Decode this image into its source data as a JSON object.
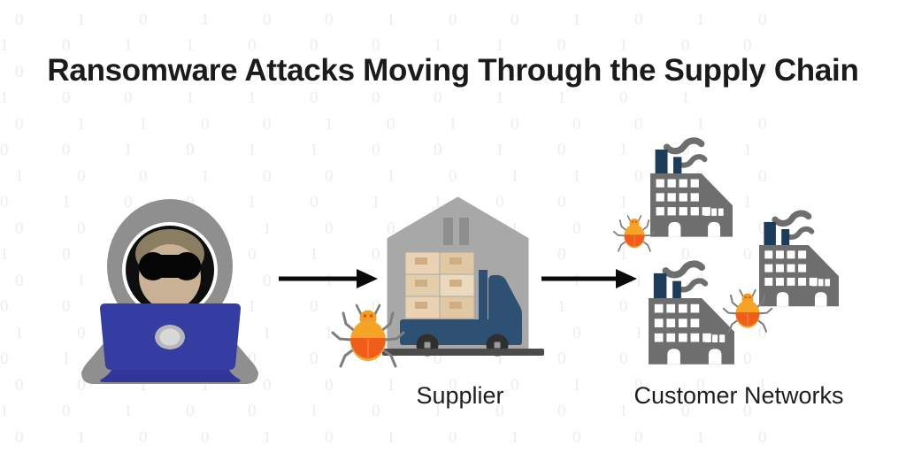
{
  "title": {
    "text": "Ransomware Attacks Moving Through the Supply Chain"
  },
  "nodes": {
    "attacker": {
      "label": "",
      "icon": "hacker-at-laptop"
    },
    "supplier": {
      "label": "Supplier",
      "icon": "warehouse-with-truck",
      "infected": true
    },
    "customers": {
      "label": "Customer Networks",
      "icon": "factory-buildings",
      "factory_count": 3,
      "infected": true
    }
  },
  "flow": [
    "attacker",
    "supplier",
    "customers"
  ],
  "bug_marker_count": 3,
  "colors": {
    "title_text": "#1b1b1b",
    "label_text": "#1e1e1e",
    "arrow": "#0a0a0a",
    "hood_gray": "#8f8f8f",
    "face_tan": "#c9b195",
    "hair_tan": "#8b7d61",
    "laptop_blue": "#353ca2",
    "laptop_logo": "#b7b7b7",
    "warehouse_gray": "#a8a8a8",
    "warehouse_vent": "#8e8e8e",
    "box_tan": "#e9d3b4",
    "truck_navy": "#2e5173",
    "wheel_dark": "#2f2f2f",
    "ground_dark": "#4b4b4b",
    "factory_gray": "#6e6e6e",
    "factory_window": "#ffffff",
    "chimney_navy": "#1d3c5a",
    "smoke_gray": "#6e6e6e",
    "bug_amber": "#f6a426",
    "bug_orange": "#ef5c1e",
    "bug_leg_gray": "#7e7e7e",
    "background_digit": "#ededed"
  },
  "background": {
    "pattern": "binary-digits",
    "rows": [
      "1   0  1   1  0   1   1  0  1",
      "0 1 0  1 0  0 1  0 0  1 0 1 0",
      "1 0 1 1  0 0 0 1  1 0 1  0 0",
      "0 0  1 0 1  0 1 0  0 1  0 1 0",
      "1  0 0 1  1 0  0 0 1  1 0  1",
      "0 1  1 0 0  1 0 1 0  0 0 1 0",
      "0 0 1  0 1 1  0 0  1 0 1 0 1",
      "1 0  0 1 0  0 1 0 1  1 0  0 0",
      "0 1 0 0  1 0  1 1 0  0 1 0 1",
      "0 0  1 0 1 0  0 1  1 0 0  1 0",
      "1 0 1  0 0 1 0  0 1 0  1 0 0",
      "0 1  0 1 0  1 0 0  0 1 1  0 1",
      "0 0 1 0  1 0 0 1  0 1 0  0 1",
      "1 0  0 0 1  1 0 1 0  0 1 0 0",
      "0 1 0  1 0 0  1 0  1 0 0 1 0",
      "0 0  1 1 0  0 1 0 0  1 0  0 1",
      "1 0 1 0  0 1 0  1 0 0 1  0 0",
      "0 1  0 0 1 0  1 0 1  0 0 1 0"
    ]
  }
}
